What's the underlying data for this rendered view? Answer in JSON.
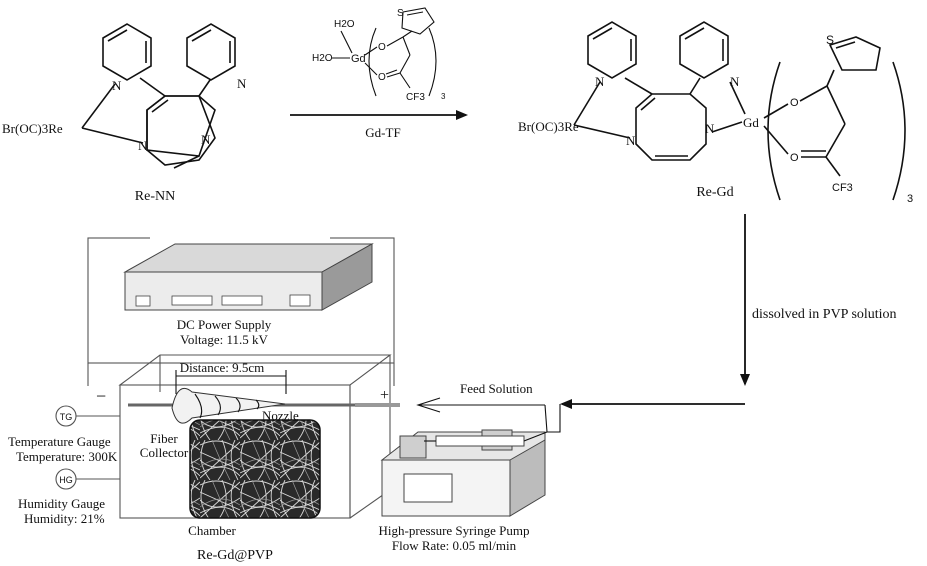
{
  "molecules": {
    "re_nn": {
      "name": "Re-NN",
      "re_group": "Br(OC)3Re",
      "n_labels": [
        "N",
        "N",
        "N",
        "N"
      ]
    },
    "gd_tf": {
      "name": "Gd-TF",
      "water_1": "H2O",
      "water_2": "H2O",
      "metal": "Gd",
      "cf3": "CF3",
      "sulfur": "S",
      "oxygen": "O",
      "subscript": "3"
    },
    "re_gd": {
      "name": "Re-Gd",
      "re_group": "Br(OC)3Re",
      "metal": "Gd",
      "cf3": "CF3",
      "sulfur": "S",
      "oxygen": "O",
      "subscript": "3",
      "n_labels": [
        "N",
        "N",
        "N",
        "N"
      ]
    }
  },
  "steps": {
    "dissolve": "dissolved in PVP solution",
    "feed": "Feed Solution"
  },
  "apparatus": {
    "power_supply_title": "DC Power Supply",
    "power_supply_voltage": "Voltage:  11.5 kV",
    "minus": "−",
    "plus": "+",
    "distance": "Distance: 9.5cm",
    "nozzle": "Nozzle",
    "fiber_collector_1": "Fiber",
    "fiber_collector_2": "Collector",
    "temp_gauge_icon": "TG",
    "temp_gauge_title": "Temperature Gauge",
    "temp_gauge_value": "Temperature: 300K",
    "humidity_gauge_icon": "HG",
    "humidity_gauge_title": "Humidity Gauge",
    "humidity_gauge_value": "Humidity: 21%",
    "chamber": "Chamber",
    "pump_title": "High-pressure Syringe Pump",
    "pump_flow": "Flow Rate: 0.05 ml/min",
    "product": "Re-Gd@PVP"
  }
}
